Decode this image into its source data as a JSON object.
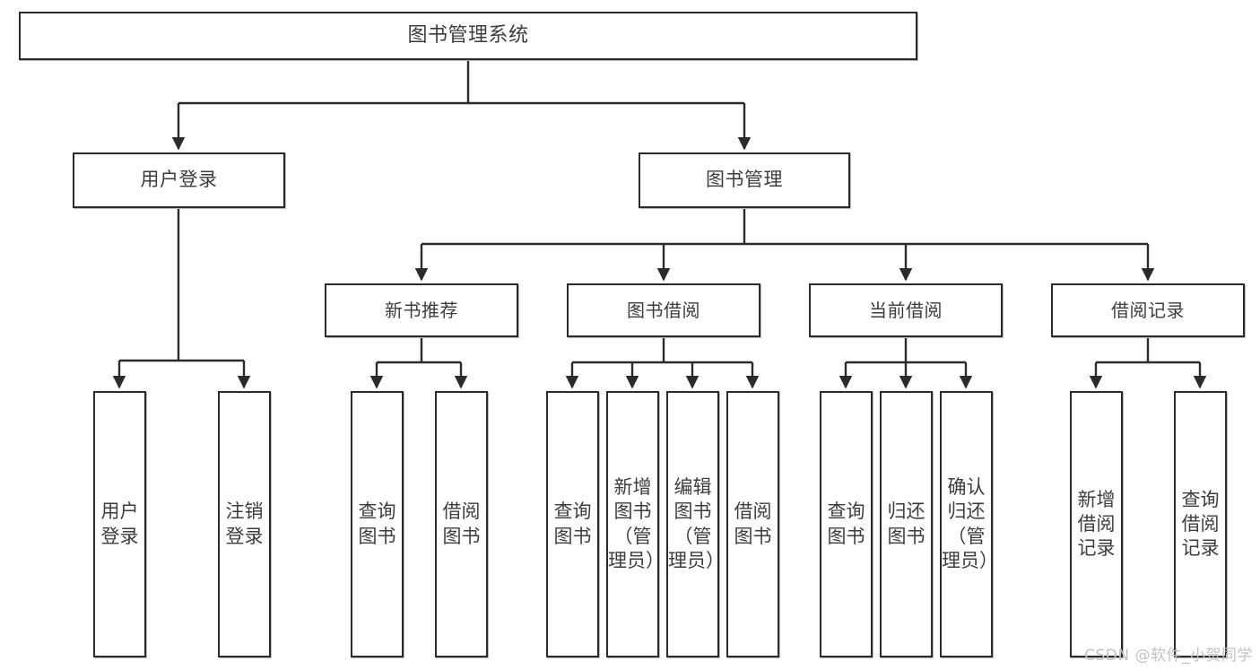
{
  "diagram": {
    "title": "图书管理系统",
    "type": "tree-hierarchy",
    "watermark": "CSDN @软件_小贺同学",
    "colors": {
      "box_border": "#2b2b2b",
      "box_fill": "#ffffff",
      "text": "#3d3d3d",
      "connector": "#2b2b2b",
      "watermark": "#c2c2c2"
    }
  },
  "root": {
    "label": "图书管理系统"
  },
  "level2": [
    {
      "label": "用户登录"
    },
    {
      "label": "图书管理"
    }
  ],
  "level3": [
    {
      "label": "新书推荐"
    },
    {
      "label": "图书借阅"
    },
    {
      "label": "当前借阅"
    },
    {
      "label": "借阅记录"
    }
  ],
  "leaves": {
    "user_login": [
      {
        "label": "用户登录"
      },
      {
        "label": "注销登录"
      }
    ],
    "new_book": [
      {
        "label": "查询图书"
      },
      {
        "label": "借阅图书"
      }
    ],
    "book_borrow": [
      {
        "label": "查询图书"
      },
      {
        "label": "新增图书（管理员）"
      },
      {
        "label": "编辑图书（管理员）"
      },
      {
        "label": "借阅图书"
      }
    ],
    "current_borrow": [
      {
        "label": "查询图书"
      },
      {
        "label": "归还图书"
      },
      {
        "label": "确认归还（管理员）"
      }
    ],
    "borrow_record": [
      {
        "label": "新增借阅记录"
      },
      {
        "label": "查询借阅记录"
      }
    ]
  }
}
